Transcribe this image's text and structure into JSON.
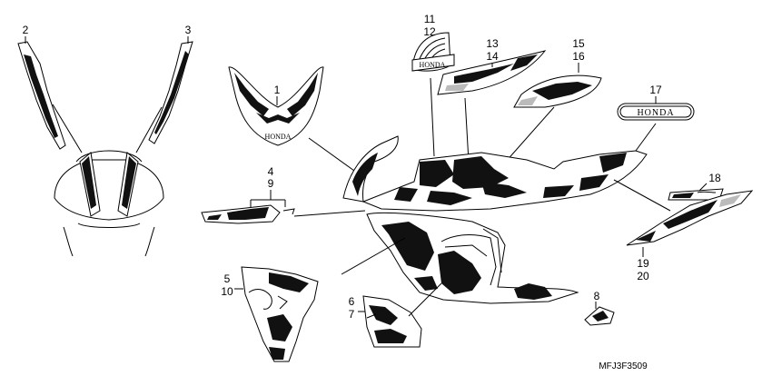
{
  "diagram": {
    "part_code": "MFJ3F3509",
    "callouts": [
      {
        "id": "c2",
        "lines": [
          "2"
        ]
      },
      {
        "id": "c3",
        "lines": [
          "3"
        ]
      },
      {
        "id": "c1",
        "lines": [
          "1"
        ]
      },
      {
        "id": "c11",
        "lines": [
          "11",
          "12"
        ]
      },
      {
        "id": "c13",
        "lines": [
          "13",
          "14"
        ]
      },
      {
        "id": "c15",
        "lines": [
          "15",
          "16"
        ]
      },
      {
        "id": "c17",
        "lines": [
          "17"
        ]
      },
      {
        "id": "c4",
        "lines": [
          "4",
          "9"
        ]
      },
      {
        "id": "c18",
        "lines": [
          "18"
        ]
      },
      {
        "id": "c5",
        "lines": [
          "5",
          "10"
        ]
      },
      {
        "id": "c6",
        "lines": [
          "6",
          "7"
        ]
      },
      {
        "id": "c8",
        "lines": [
          "8"
        ]
      },
      {
        "id": "c19",
        "lines": [
          "19",
          "20"
        ]
      }
    ],
    "emblems": {
      "nose_logo": "HONDA",
      "side_wordmark": "HONDA",
      "wing_badge": "HONDA"
    }
  }
}
